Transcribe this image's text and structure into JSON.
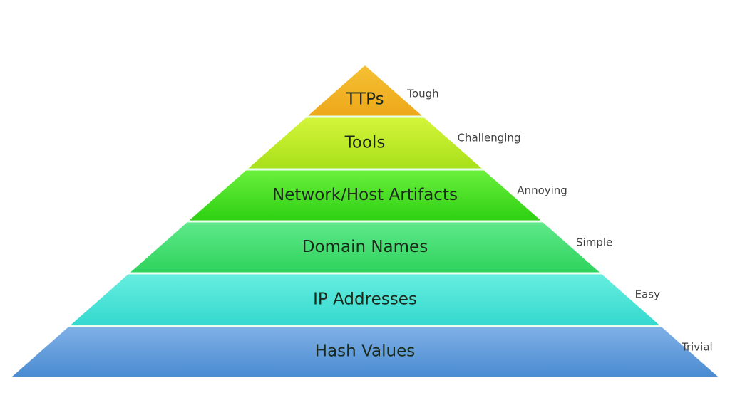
{
  "diagram": {
    "type": "pyramid",
    "levels": [
      {
        "label": "TTPs",
        "difficulty": "Tough",
        "color_top": "#f5c033",
        "color_bottom": "#eda81a"
      },
      {
        "label": "Tools",
        "difficulty": "Challenging",
        "color_top": "#d4f53a",
        "color_bottom": "#a9e01a"
      },
      {
        "label": "Network/Host Artifacts",
        "difficulty": "Annoying",
        "color_top": "#6af03c",
        "color_bottom": "#2ed012"
      },
      {
        "label": "Domain Names",
        "difficulty": "Simple",
        "color_top": "#5ee88a",
        "color_bottom": "#2fd35c"
      },
      {
        "label": "IP Addresses",
        "difficulty": "Easy",
        "color_top": "#66eedf",
        "color_bottom": "#35d9cf"
      },
      {
        "label": "Hash Values",
        "difficulty": "Trivial",
        "color_top": "#7fb0e6",
        "color_bottom": "#4a8bd1"
      }
    ],
    "separator_color": "#eafff0"
  }
}
